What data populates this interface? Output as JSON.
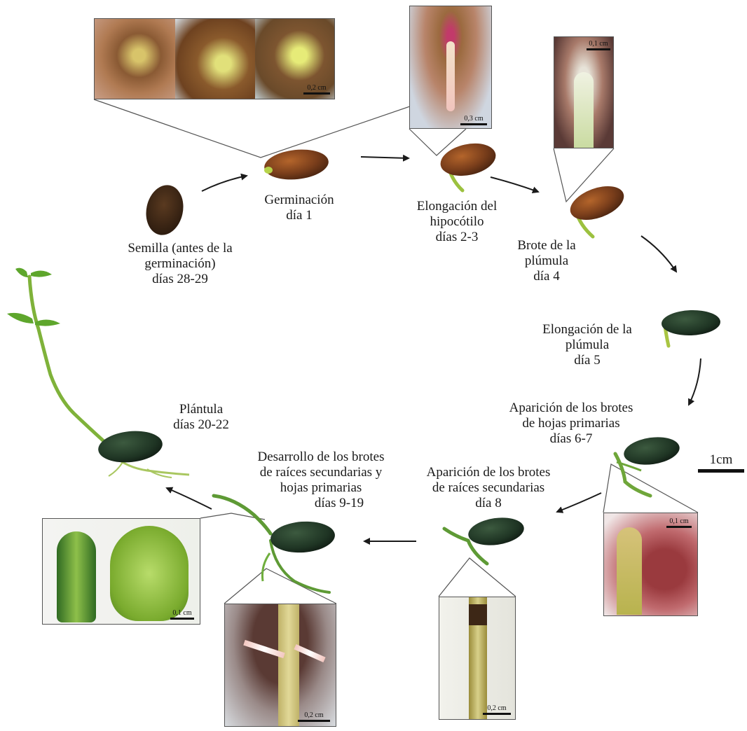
{
  "stages": [
    {
      "id": "semilla",
      "lines": [
        "Semilla (antes de la",
        "germinación)",
        "días 28-29"
      ]
    },
    {
      "id": "germinacion",
      "lines": [
        "Germinación",
        "día 1"
      ]
    },
    {
      "id": "hipocotilo",
      "lines": [
        "Elongación del",
        "hipocótilo",
        "días 2-3"
      ]
    },
    {
      "id": "brote-plumula",
      "lines": [
        "Brote de la",
        "plúmula",
        "día 4"
      ]
    },
    {
      "id": "elong-plumula",
      "lines": [
        "Elongación de la",
        "plúmula",
        "día 5"
      ]
    },
    {
      "id": "hojas-primarias",
      "lines": [
        "Aparición de los brotes",
        "de hojas primarias",
        "días 6-7"
      ]
    },
    {
      "id": "raices-secundarias",
      "lines": [
        "Aparición de los brotes",
        "de raíces secundarias",
        "día 8"
      ]
    },
    {
      "id": "desarrollo",
      "lines": [
        "Desarrollo de los brotes",
        "de raíces secundarias y",
        "hojas primarias",
        "días 9-19"
      ]
    },
    {
      "id": "plantula",
      "lines": [
        "Plántula",
        "días 20-22"
      ]
    }
  ],
  "scale_labels": {
    "germinacion": "0,2 cm",
    "hipocotilo": "0,3 cm",
    "brote_plumula": "0,1 cm",
    "hojas_primarias": "0,1 cm",
    "raices_secundarias": "0,2 cm",
    "desarrollo_tallo": "0,2 cm",
    "plantula_hojas": "0,1 cm"
  },
  "main_scale": "1cm",
  "colors": {
    "seed_brown": "#6b3a1e",
    "seed_dark_green": "#1f3524",
    "stem_green": "#7fb23a",
    "leaf_green": "#5ea62c",
    "arrow": "#1a1a1a",
    "frame": "#555555"
  }
}
